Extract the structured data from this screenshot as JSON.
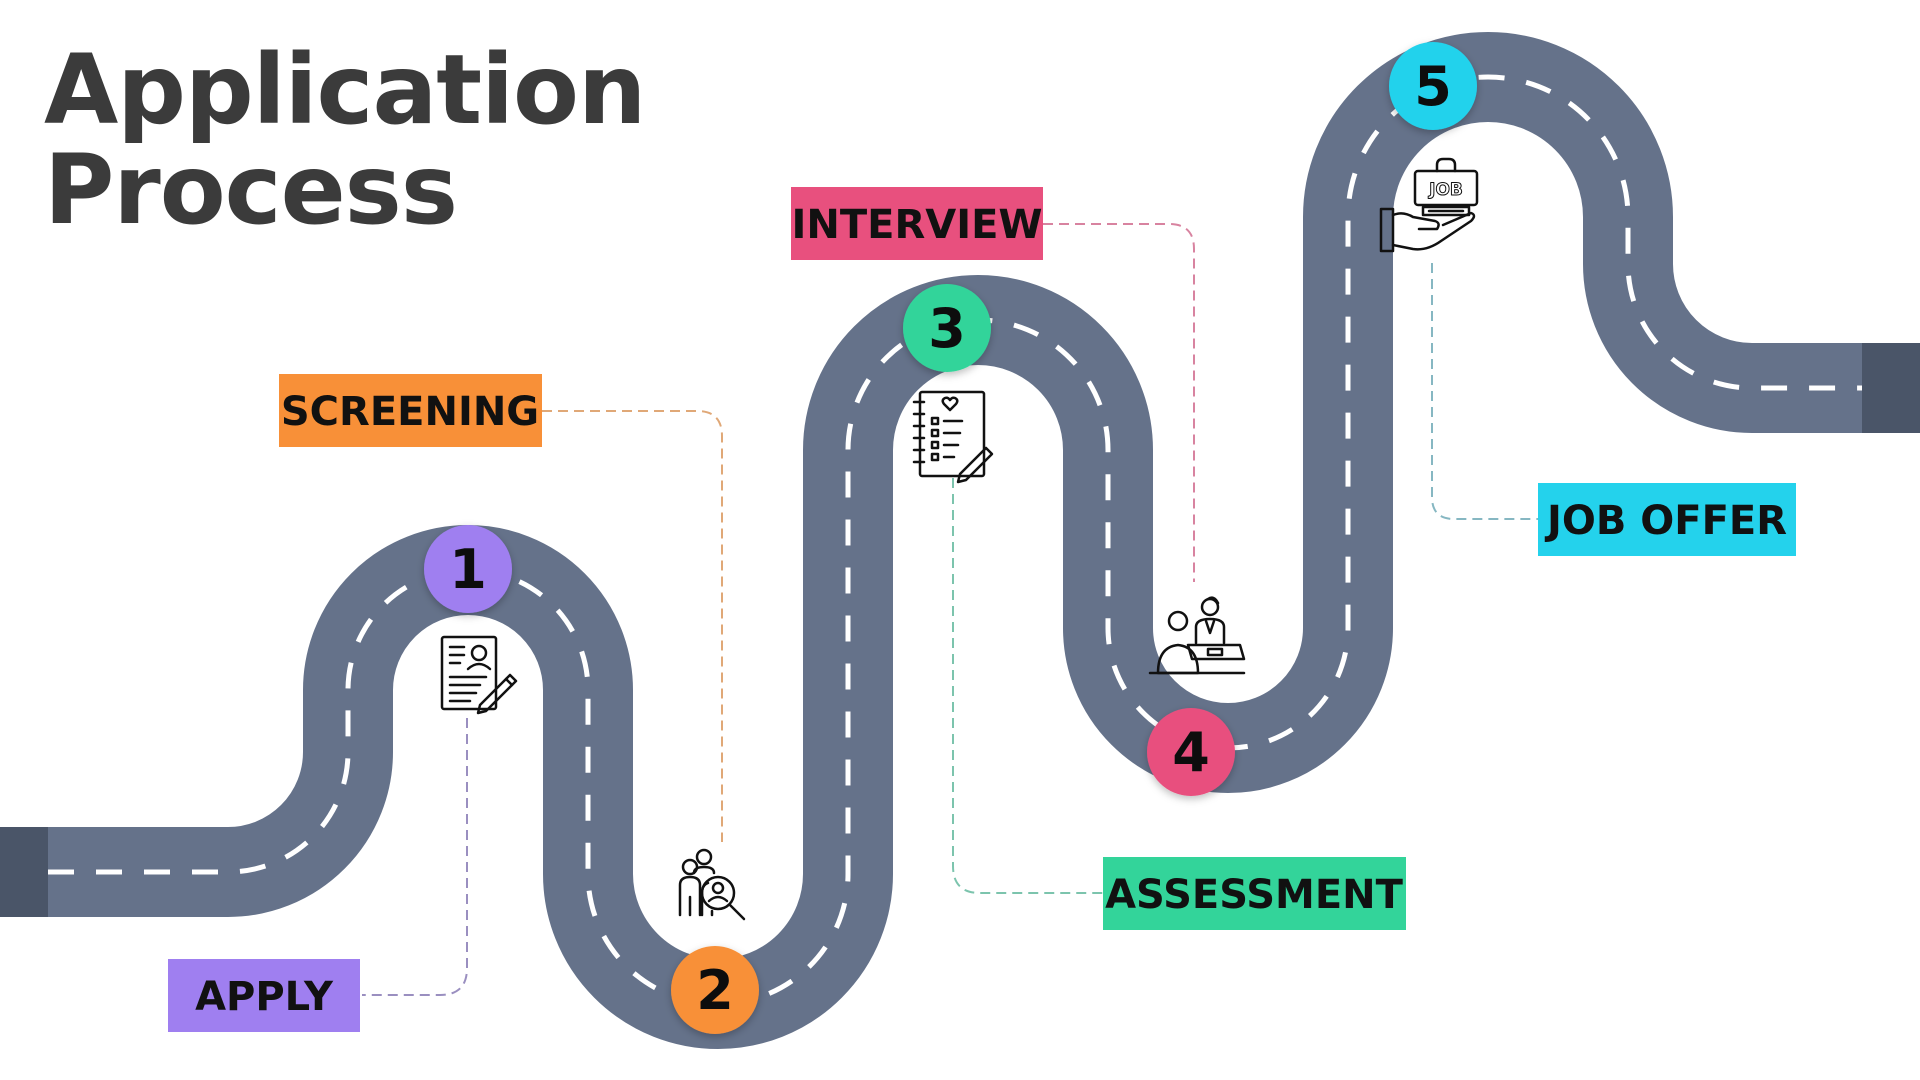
{
  "title": {
    "line1": "Application",
    "line2": "Process"
  },
  "colors": {
    "title": "#3b3b3b",
    "road": "#65728a",
    "road_end": "#4a5568",
    "road_dash": "#ffffff",
    "apply": "#9f7ff0",
    "screening": "#f89038",
    "assessment": "#33d49a",
    "interview": "#e8507e",
    "job_offer": "#24d2ec",
    "number_text": "#111111"
  },
  "steps": [
    {
      "number": "1",
      "label": "APPLY",
      "icon": "resume-icon",
      "color": "#9f7ff0",
      "line": "#9a8fc0"
    },
    {
      "number": "2",
      "label": "SCREENING",
      "icon": "candidate-search-icon",
      "color": "#f89038",
      "line": "#e0a877"
    },
    {
      "number": "3",
      "label": "ASSESSMENT",
      "icon": "checklist-icon",
      "color": "#33d49a",
      "line": "#7cc4ad"
    },
    {
      "number": "4",
      "label": "INTERVIEW",
      "icon": "interview-icon",
      "color": "#e8507e",
      "line": "#d883a0"
    },
    {
      "number": "5",
      "label": "JOB OFFER",
      "icon": "job-offer-icon",
      "color": "#24d2ec",
      "line": "#86b7c2"
    }
  ]
}
